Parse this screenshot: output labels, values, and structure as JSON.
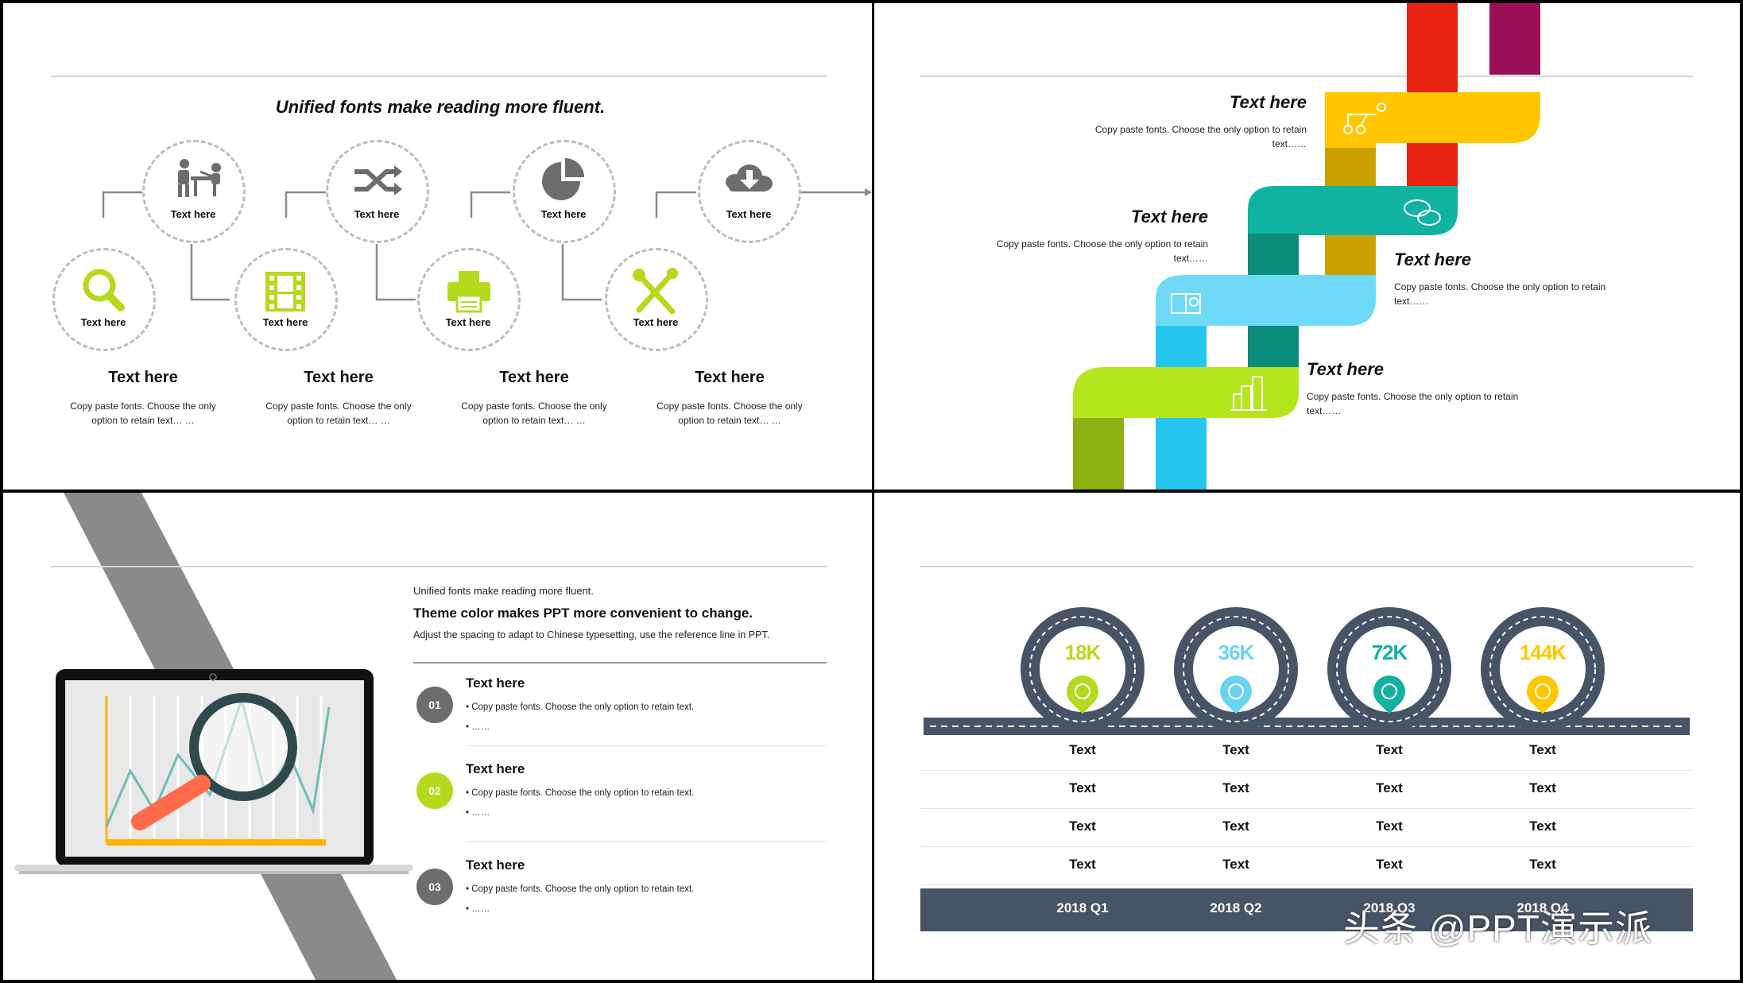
{
  "colors": {
    "green": "#b5d91d",
    "gray": "#6d6d6d",
    "navy": "#465466",
    "cyan": "#24c6ef",
    "teal": "#10b3a1",
    "yellow": "#ffc700",
    "red": "#e8230f",
    "magenta": "#9b0f56",
    "orange": "#ff6b4a"
  },
  "tl": {
    "headline": "Unified fonts make reading more fluent.",
    "circles": [
      {
        "label": "Text here",
        "icon": "magnifier-icon"
      },
      {
        "label": "Text here",
        "icon": "office-desk-icon"
      },
      {
        "label": "Text here",
        "icon": "film-icon"
      },
      {
        "label": "Text here",
        "icon": "shuffle-icon"
      },
      {
        "label": "Text here",
        "icon": "printer-icon"
      },
      {
        "label": "Text here",
        "icon": "pie-chart-icon"
      },
      {
        "label": "Text here",
        "icon": "tools-icon"
      },
      {
        "label": "Text here",
        "icon": "cloud-download-icon"
      }
    ],
    "columns": [
      {
        "title": "Text here",
        "body": [
          "Copy paste fonts. Choose the only",
          "option to retain text… …"
        ]
      },
      {
        "title": "Text here",
        "body": [
          "Copy paste fonts. Choose the only",
          "option to retain text… …"
        ]
      },
      {
        "title": "Text here",
        "body": [
          "Copy paste fonts. Choose the only",
          "option to retain text… …"
        ]
      },
      {
        "title": "Text here",
        "body": [
          "Copy paste fonts. Choose the only",
          "option to retain text… …"
        ]
      }
    ]
  },
  "tr": {
    "items": [
      {
        "title": "Text here",
        "body": [
          "Copy paste fonts. Choose the only option to retain",
          "text……"
        ],
        "icon": "branch-icon"
      },
      {
        "title": "Text here",
        "body": [
          "Copy paste fonts. Choose the only option to retain",
          "text……"
        ],
        "icon": "chat-bubbles-icon"
      },
      {
        "title": "Text here",
        "body": [
          "Copy paste fonts. Choose the only option to retain",
          "text……"
        ],
        "icon": "book-chart-icon"
      },
      {
        "title": "Text here",
        "body": [
          "Copy paste fonts. Choose the only option to retain",
          "text……"
        ],
        "icon": "buildings-icon"
      }
    ]
  },
  "bl": {
    "subtitle": "Unified fonts make reading more fluent.",
    "title": "Theme color makes PPT more convenient to change.",
    "desc": "Adjust the spacing to adapt to Chinese typesetting, use the reference line in PPT.",
    "items": [
      {
        "num": "01",
        "title": "Text here",
        "bullets": [
          "Copy paste fonts. Choose the only option to retain text.",
          "……"
        ]
      },
      {
        "num": "02",
        "title": "Text here",
        "bullets": [
          "Copy paste fonts. Choose the only option to retain text.",
          "……"
        ]
      },
      {
        "num": "03",
        "title": "Text here",
        "bullets": [
          "Copy paste fonts. Choose the only option to retain text.",
          "……"
        ]
      }
    ]
  },
  "br": {
    "badges": [
      {
        "value": "18K",
        "color": "#b5d91d",
        "icon": "compass-icon"
      },
      {
        "value": "36K",
        "color": "#6cd2ef",
        "icon": "compass-icon"
      },
      {
        "value": "72K",
        "color": "#10b3a1",
        "icon": "compass-icon"
      },
      {
        "value": "144K",
        "color": "#ffc700",
        "icon": "compass-icon"
      }
    ],
    "rows": [
      [
        "Text",
        "Text",
        "Text",
        "Text"
      ],
      [
        "Text",
        "Text",
        "Text",
        "Text"
      ],
      [
        "Text",
        "Text",
        "Text",
        "Text"
      ],
      [
        "Text",
        "Text",
        "Text",
        "Text"
      ]
    ],
    "footer": [
      "2018 Q1",
      "2018 Q2",
      "2018 Q3",
      "2018 Q4"
    ]
  },
  "watermark": "头条 @PPT演示派"
}
